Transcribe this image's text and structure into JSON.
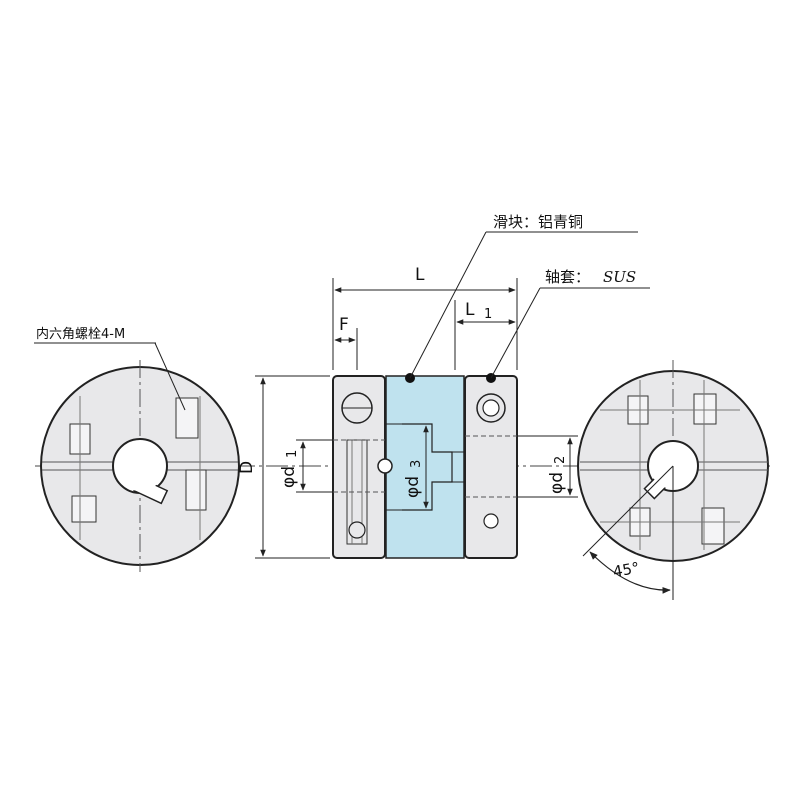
{
  "labels": {
    "slider": "滑块：铝青铜",
    "hub": "轴套：",
    "hub_material": "SUS",
    "bolt": "内六角螺栓4-M",
    "dim_L": "L",
    "dim_L1": "L",
    "dim_L1_sub": "1",
    "dim_F": "F",
    "dim_D": "D",
    "dim_d1": "φd",
    "dim_d1_sub": "1",
    "dim_d2": "φd",
    "dim_d2_sub": "2",
    "dim_d3": "φd",
    "dim_d3_sub": "3",
    "angle": "45°"
  },
  "colors": {
    "body_fill": "#e8e8ea",
    "slider_fill": "#bfe2ee",
    "line": "#222222",
    "center_line": "#444444"
  }
}
